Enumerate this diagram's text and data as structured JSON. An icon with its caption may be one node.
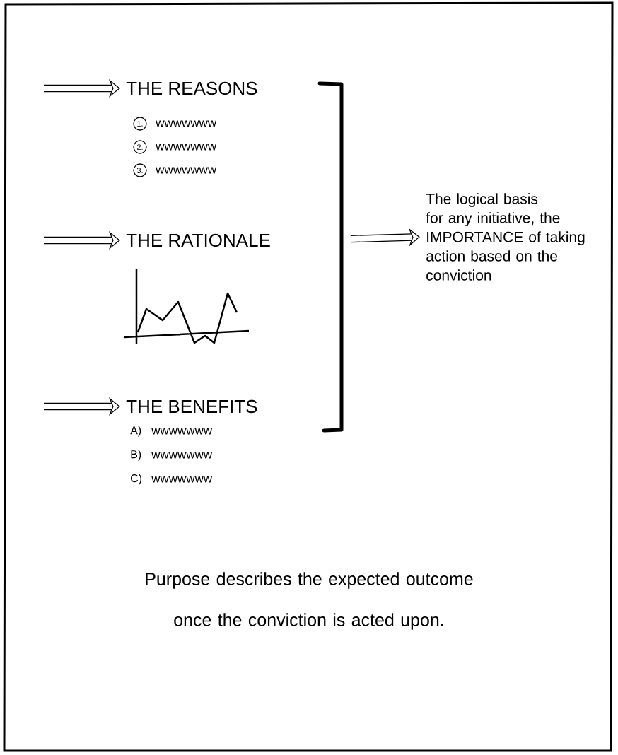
{
  "diagram": {
    "caption": "Purpose describes the expected outcome once the conviction is acted upon.",
    "nodes": [
      {
        "text": [
          "THE REASONS"
        ]
      },
      {
        "text": [
          "THE RATIONALE"
        ]
      },
      {
        "text": [
          "THE BENEFITS"
        ]
      },
      {
        "text": [
          "The logical basis for any initiative, the IMPORTANCE of taking action based on the conviction"
        ]
      }
    ],
    "edges": [
      {
        "from": null,
        "to": 0,
        "arrow": "to"
      },
      {
        "from": null,
        "to": 1,
        "arrow": "to"
      },
      {
        "from": null,
        "to": 2,
        "arrow": "to"
      },
      {
        "from": null,
        "to": 3,
        "arrow": "to"
      }
    ],
    "labels": [
      "1.",
      "wwwwwww",
      "2.",
      "wwwwwww",
      "3.",
      "wwwwwww",
      "A)",
      "wwwwwww",
      "B)",
      "wwwwwww",
      "C)",
      "wwwwwww"
    ]
  }
}
